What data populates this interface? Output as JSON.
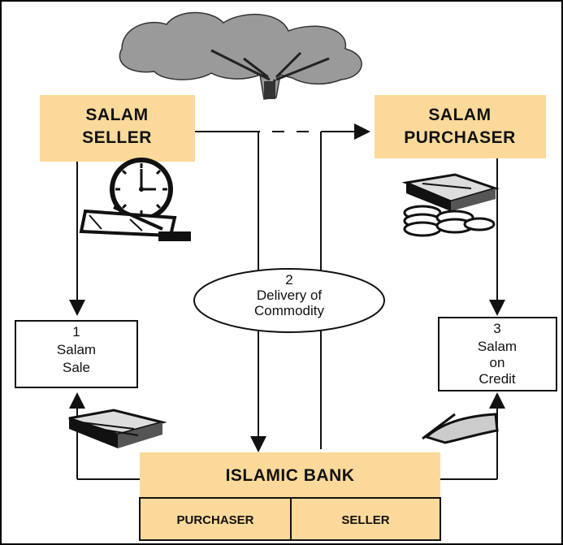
{
  "diagram": {
    "seller": {
      "line1": "SALAM",
      "line2": "SELLER"
    },
    "purchaser": {
      "line1": "SALAM",
      "line2": "PURCHASER"
    },
    "step1": {
      "num": "1",
      "line1": "Salam",
      "line2": "Sale"
    },
    "step2": {
      "num": "2",
      "line1": "Delivery of",
      "line2": "Commodity"
    },
    "step3": {
      "num": "3",
      "line1": "Salam",
      "line2": "on",
      "line3": "Credit"
    },
    "bank": {
      "title": "ISLAMIC BANK",
      "role_left": "PURCHASER",
      "role_right": "SELLER"
    },
    "colors": {
      "orange": "#fbd99a",
      "line": "#111111",
      "border": "#000000"
    },
    "icons": [
      "tree-icon",
      "clock-icon",
      "notebook-pen-icon",
      "cash-stack-icon",
      "coins-icon",
      "hand-writing-icon"
    ]
  }
}
